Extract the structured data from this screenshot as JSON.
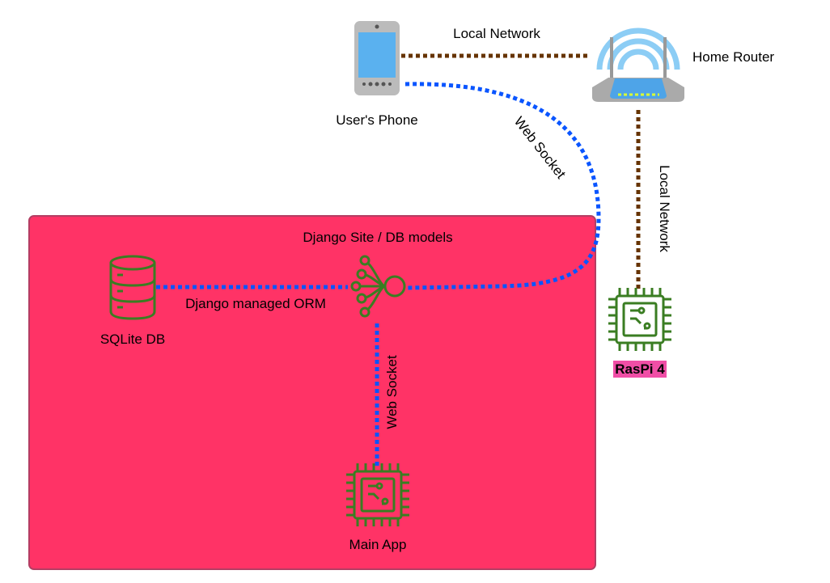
{
  "colors": {
    "container_fill": "#ff3366",
    "container_stroke": "#b33e63",
    "local_link": "#663300",
    "socket_link": "#0a55ff",
    "chip": "#3a7d22",
    "badge": "#f04ea6",
    "router_body": "#aaaaaa",
    "router_panel": "#4ea4e8",
    "wifi_arcs": "#8ccdf5",
    "phone_body": "#bbbbbb",
    "phone_screen": "#5ab1ef"
  },
  "nodes": {
    "phone": {
      "label": "User's Phone",
      "icon": "smartphone-icon"
    },
    "router": {
      "label": "Home Router",
      "icon": "wifi-router-icon"
    },
    "raspi": {
      "label": "RasPi 4",
      "icon": "chip-icon"
    },
    "django": {
      "label": "Django Site / DB models",
      "icon": "hub-icon"
    },
    "sqlite": {
      "label": "SQLite DB",
      "icon": "database-icon"
    },
    "main_app": {
      "label": "Main App",
      "icon": "chip-icon"
    }
  },
  "edges": {
    "phone_router": {
      "label": "Local Network",
      "style": "local"
    },
    "router_raspi": {
      "label": "Local Network",
      "style": "local"
    },
    "phone_django": {
      "label": "Web Socket",
      "style": "socket"
    },
    "sqlite_django": {
      "label": "Django managed ORM",
      "style": "socket"
    },
    "django_main": {
      "label": "Web Socket",
      "style": "socket"
    }
  }
}
